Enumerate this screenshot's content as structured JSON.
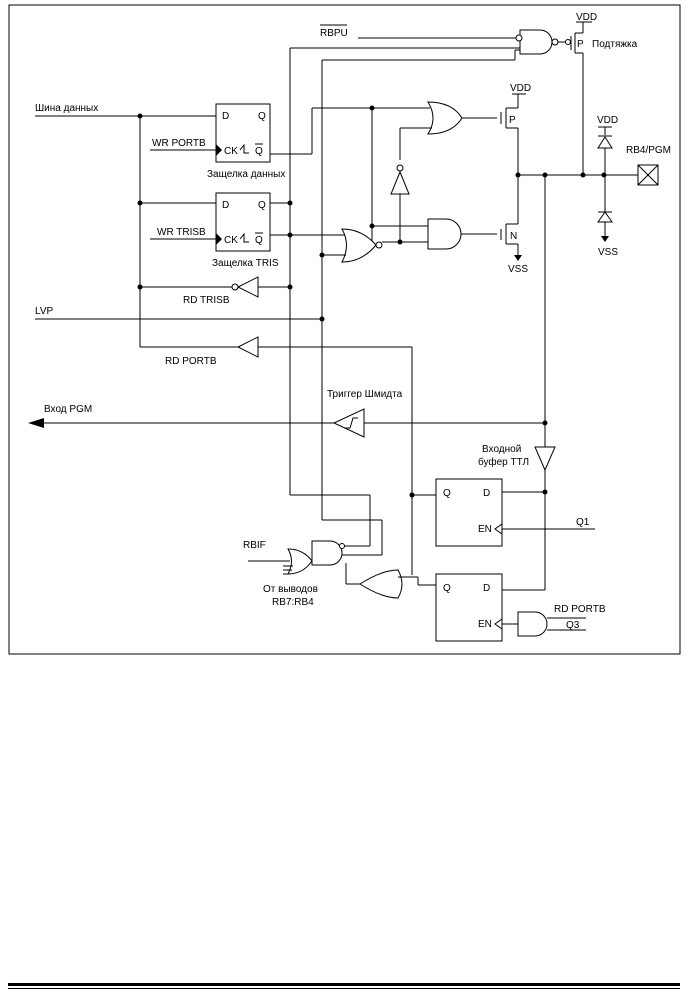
{
  "labels": {
    "rbpu": "RBPU",
    "vdd_top": "VDD",
    "pullup": "Подтяжка",
    "data_bus": "Шина данных",
    "wr_portb": "WR PORTB",
    "ck1": "CK",
    "d1": "D",
    "q1": "Q",
    "qbar1": "Q",
    "data_latch": "Защелка данных",
    "vdd_p": "VDD",
    "p_mark": "P",
    "vdd_diode": "VDD",
    "pin": "RB4/PGM",
    "d2": "D",
    "q2": "Q",
    "wr_trisb": "WR TRISB",
    "ck2": "CK",
    "qbar2": "Q",
    "tris_latch": "Защелка TRIS",
    "n_mark": "N",
    "vss_n": "VSS",
    "vss_diode": "VSS",
    "rd_trisb": "RD TRISB",
    "lvp": "LVP",
    "rd_portb": "RD PORTB",
    "schmitt": "Триггер Шмидта",
    "pgm_input": "Вход  PGM",
    "ttl1": "Входной",
    "ttl2": "буфер ТТЛ",
    "q3": "Q",
    "d3": "D",
    "en1": "EN",
    "q1_clk": "Q1",
    "rbif": "RBIF",
    "from_pins1": "От выводов",
    "from_pins2": "RB7:RB4",
    "q4": "Q",
    "d4": "D",
    "rd_portb2": "RD PORTB",
    "en2": "EN",
    "q3_clk": "Q3"
  }
}
